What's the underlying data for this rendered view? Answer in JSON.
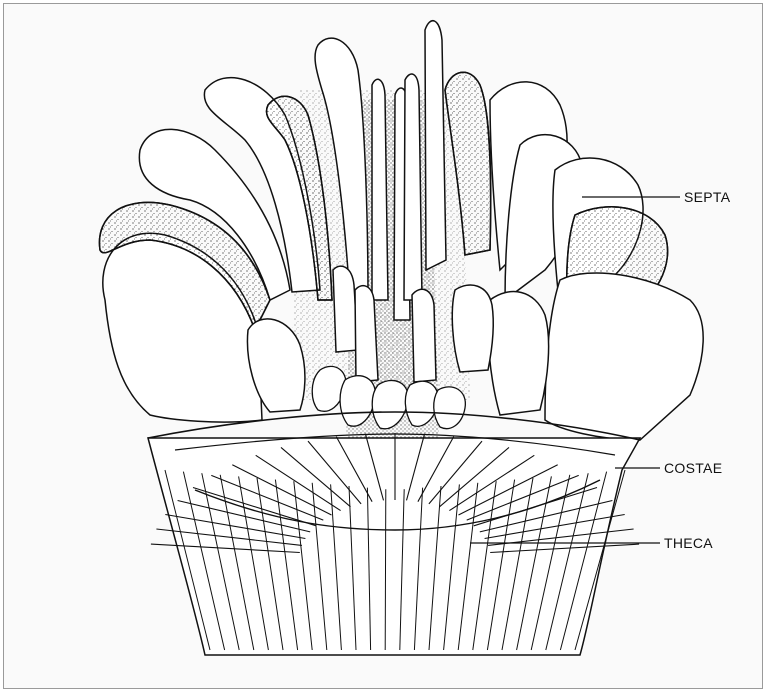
{
  "labels": {
    "septa": "SEPTA",
    "costae": "COSTAE",
    "theca": "THECA"
  },
  "colors": {
    "ink": "#111111",
    "frame": "#9a9a9a",
    "paper": "#ffffff"
  }
}
